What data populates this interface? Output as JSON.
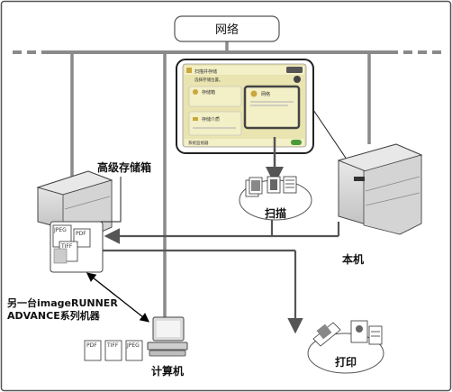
{
  "network_label": "网络",
  "advanced_box_label": "高级存储箱",
  "scan_label": "扫描",
  "this_machine_label": "本机",
  "other_device_label_line1": "另一台imageRUNNER",
  "other_device_label_line2": "ADVANCE系列机器",
  "computer_label": "计算机",
  "print_label": "打印",
  "file_formats": [
    "JPEG",
    "PDF",
    "TIFF"
  ],
  "pc_file_formats": [
    "PDF",
    "TIFF",
    "JPEG"
  ],
  "screen": {
    "title": "扫描并存储",
    "subtitle": "选择存储位置。",
    "option_1": "存储箱",
    "option_2": "网络",
    "option_3": "存储介质",
    "status": "系统监视器"
  },
  "colors": {
    "frame_border": "#555555",
    "network_bar": "#8a8a8a",
    "arrow": "#555555",
    "screen_bg": "#e9e4b0",
    "screen_highlight": "#f3efc6"
  }
}
